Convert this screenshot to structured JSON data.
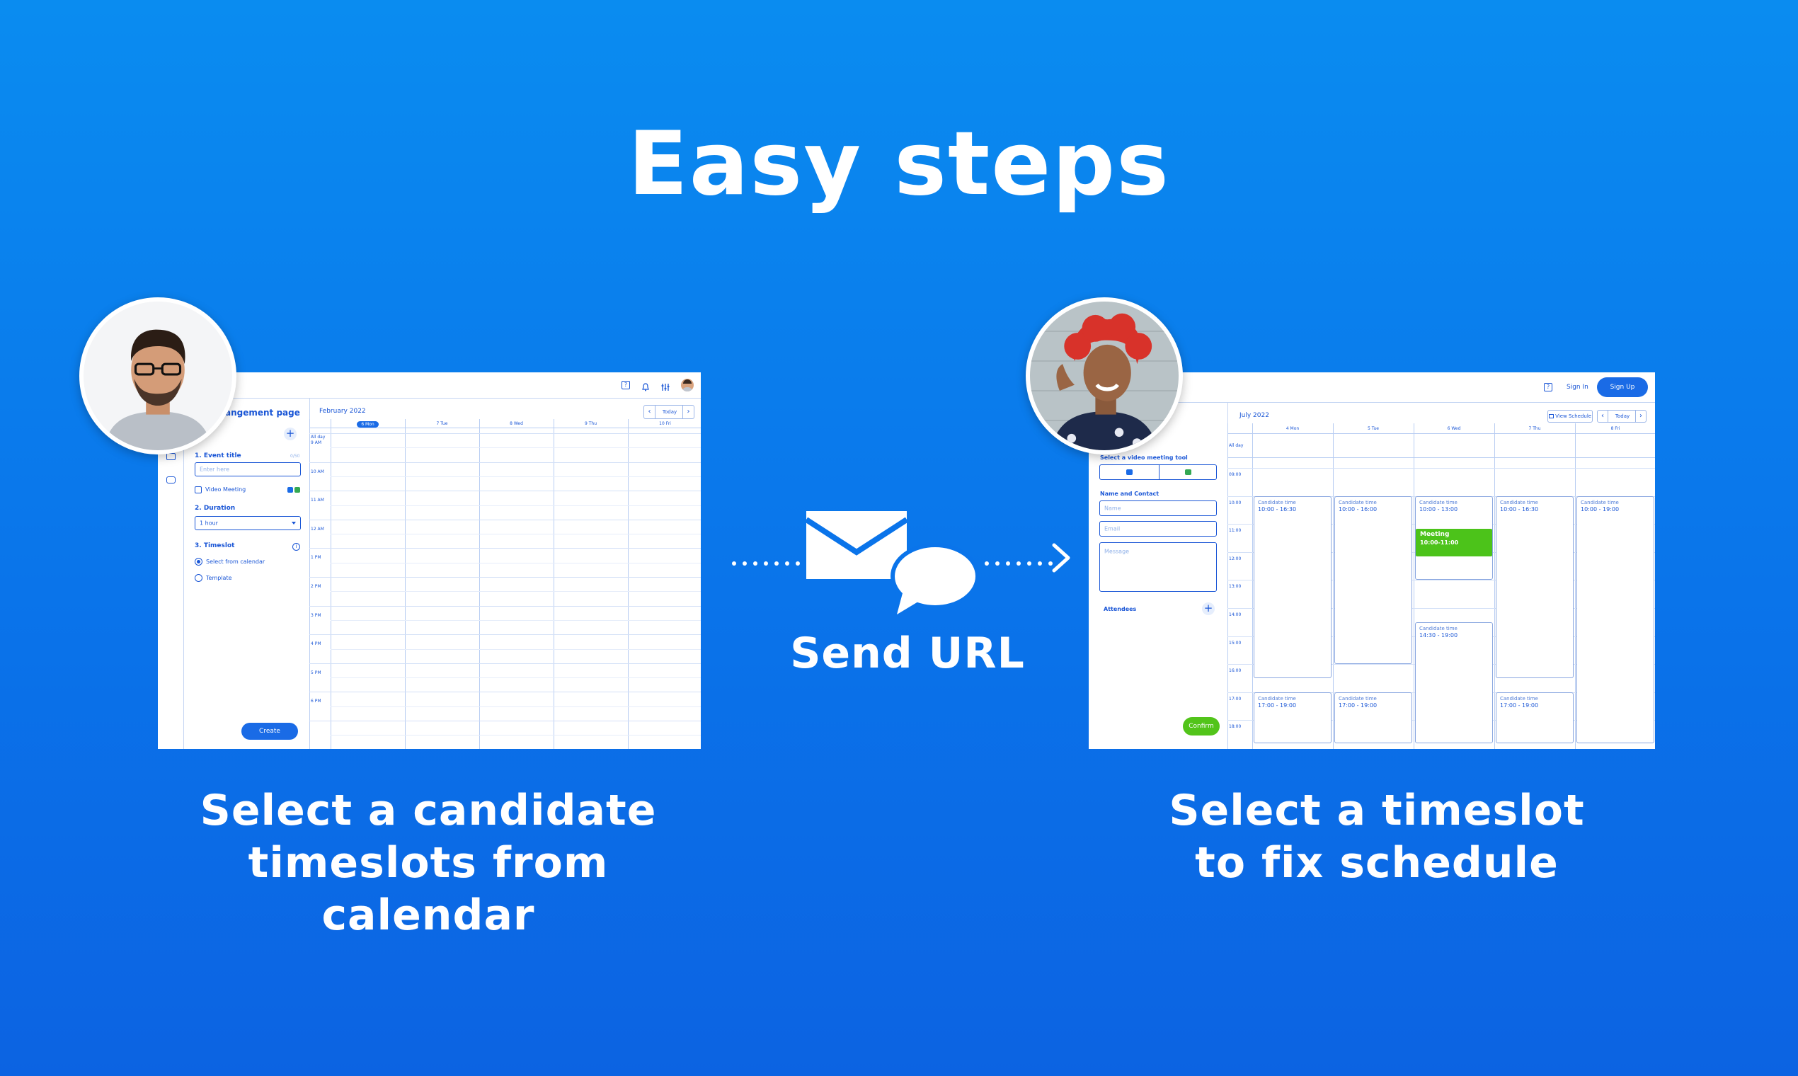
{
  "title": "Easy steps",
  "captions": {
    "left_line1": "Select a candidate",
    "left_line2": "timeslots from calendar",
    "middle": "Send URL",
    "right_line1": "Select a timeslot",
    "right_line2": "to fix schedule"
  },
  "colors": {
    "background": "#0a7cee",
    "accent": "#1a6be6",
    "meeting": "#4cc31a",
    "confirm": "#52c41a"
  },
  "icons": {
    "envelope": "envelope-icon",
    "chat": "chat-bubble-icon",
    "arrow": "chevron-right-icon"
  },
  "left_screen": {
    "page_title": "angement page",
    "month": "February 2022",
    "today_label": "Today",
    "days": [
      "6 Mon",
      "7 Tue",
      "8 Wed",
      "9 Thu",
      "10 Fri"
    ],
    "all_day": "All day",
    "times": [
      "9 AM",
      "10 AM",
      "11 AM",
      "12 AM",
      "1 PM",
      "2 PM",
      "3 PM",
      "4 PM",
      "5 PM",
      "6 PM"
    ],
    "event_title_label": "1. Event title",
    "event_title_count": "0/50",
    "event_title_placeholder": "Enter here",
    "video_meeting_label": "Video Meeting",
    "duration_label": "2. Duration",
    "duration_value": "1 hour",
    "timeslot_label": "3. Timeslot",
    "timeslot_options": [
      "Select from calendar",
      "Template"
    ],
    "create_label": "Create"
  },
  "right_screen": {
    "sign_in": "Sign In",
    "sign_up": "Sign Up",
    "month": "July 2022",
    "view_schedule": "View Schedule",
    "today_label": "Today",
    "days": [
      "4 Mon",
      "5 Tue",
      "6 Wed",
      "7 Thu",
      "8 Fri"
    ],
    "all_day": "All day",
    "times": [
      "09:00",
      "10:00",
      "11:00",
      "12:00",
      "13:00",
      "14:00",
      "15:00",
      "16:00",
      "17:00",
      "18:00"
    ],
    "video_tool_label": "Select a video meeting tool",
    "name_contact_label": "Name and Contact",
    "name_placeholder": "Name",
    "email_placeholder": "Email",
    "message_placeholder": "Message",
    "attendees_label": "Attendees",
    "confirm_label": "Confirm",
    "candidate_label": "Candidate time",
    "slots": [
      {
        "day": 0,
        "time": "10:00 - 16:30"
      },
      {
        "day": 1,
        "time": "10:00 - 16:00"
      },
      {
        "day": 2,
        "time": "10:00 - 13:00"
      },
      {
        "day": 3,
        "time": "10:00 - 16:30"
      },
      {
        "day": 4,
        "time": "10:00 - 19:00"
      },
      {
        "day": 2,
        "time": "14:30 - 19:00"
      },
      {
        "day": 0,
        "time": "17:00 - 19:00"
      },
      {
        "day": 1,
        "time": "17:00 - 19:00"
      },
      {
        "day": 3,
        "time": "17:00 - 19:00"
      }
    ],
    "meeting_title": "Meeting",
    "meeting_time": "10:00-11:00"
  }
}
